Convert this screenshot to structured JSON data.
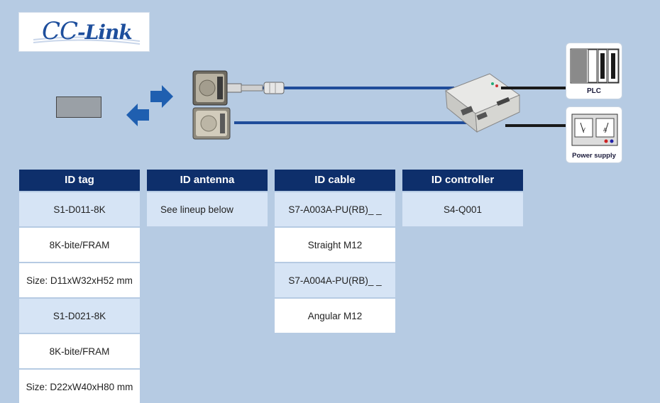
{
  "logo": {
    "text_main": "CC",
    "text_sub": "-Link"
  },
  "devices": {
    "plc_label": "PLC",
    "power_label": "Power supply"
  },
  "colors": {
    "background": "#b6cbe3",
    "header": "#0e2f6b",
    "cell_light": "#d6e4f5",
    "cable": "#1f4c9a",
    "arrow": "#1f5fb0"
  },
  "columns": [
    {
      "header": "ID tag",
      "cells": [
        "S1-D011-8K",
        "8K-bite/FRAM",
        "Size: D11xW32xH52 mm",
        "S1-D021-8K",
        "8K-bite/FRAM",
        "Size: D22xW40xH80 mm"
      ]
    },
    {
      "header": "ID antenna",
      "cells": [
        "See  lineup below"
      ]
    },
    {
      "header": "ID cable",
      "cells": [
        "S7-A003A-PU(RB)_ _",
        "Straight M12",
        "S7-A004A-PU(RB)_ _",
        "Angular M12"
      ]
    },
    {
      "header": "ID controller",
      "cells": [
        "S4-Q001"
      ]
    }
  ]
}
